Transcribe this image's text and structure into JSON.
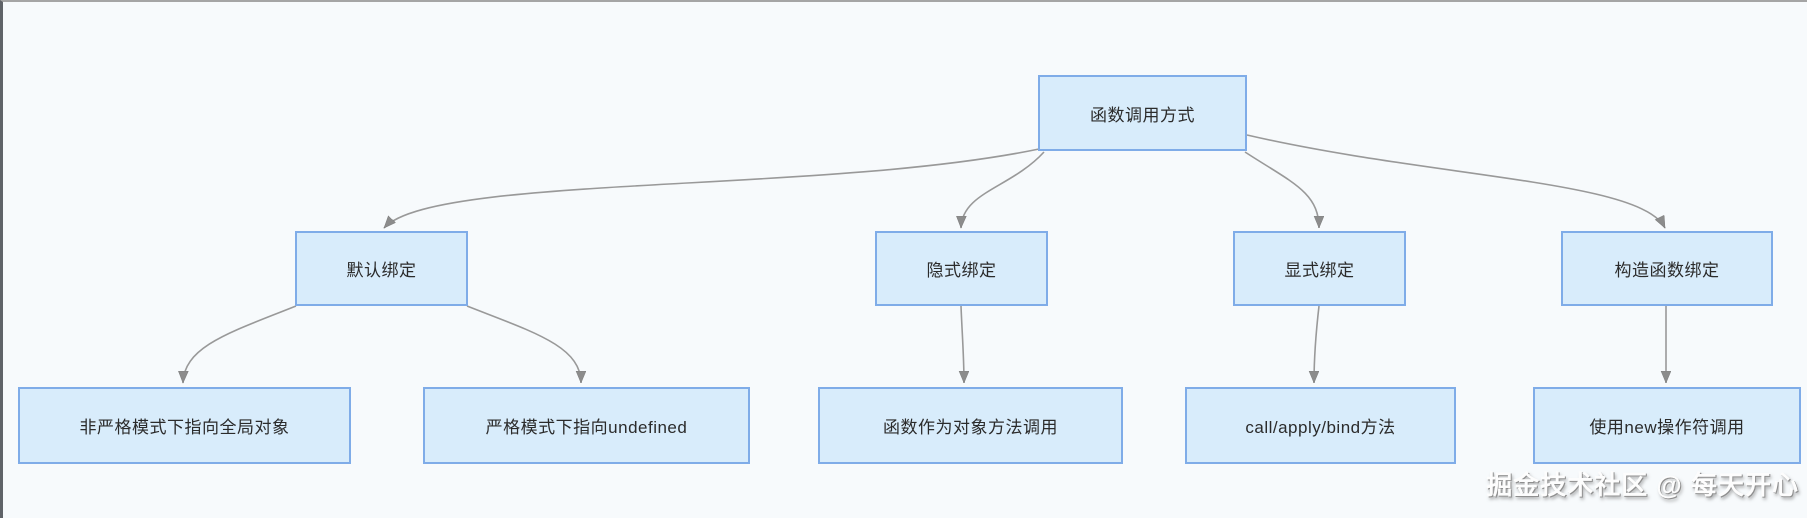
{
  "diagram": {
    "root": {
      "label": "函数调用方式"
    },
    "branches": [
      {
        "label": "默认绑定",
        "children": [
          "非严格模式下指向全局对象",
          "严格模式下指向undefined"
        ]
      },
      {
        "label": "隐式绑定",
        "children": [
          "函数作为对象方法调用"
        ]
      },
      {
        "label": "显式绑定",
        "children": [
          "call/apply/bind方法"
        ]
      },
      {
        "label": "构造函数绑定",
        "children": [
          "使用new操作符调用"
        ]
      }
    ],
    "colors": {
      "node_fill": "#d8ecfb",
      "node_border": "#7face8",
      "connector": "#999999",
      "arrowhead": "#8c8c8c",
      "background": "#f7fafc"
    }
  },
  "watermark": {
    "text": "掘金技术社区 @ 每天开心"
  }
}
